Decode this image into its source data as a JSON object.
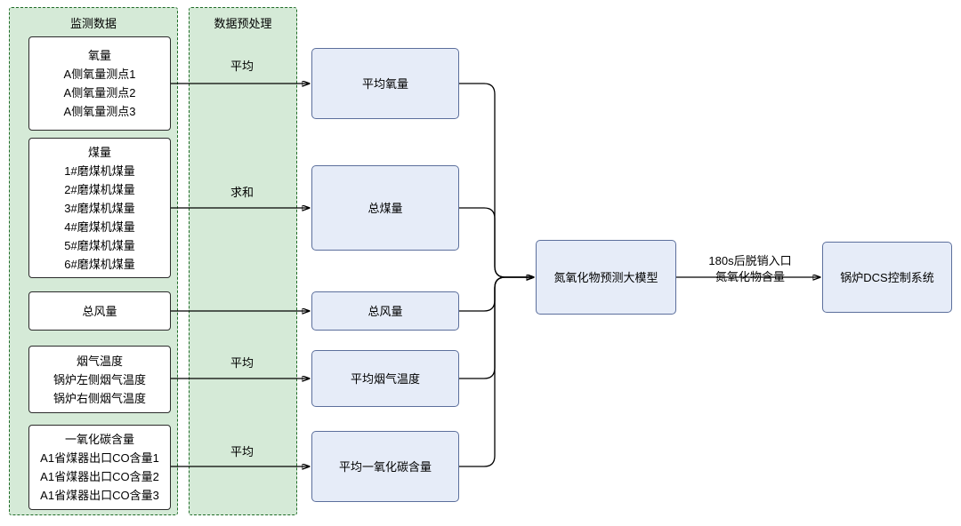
{
  "diagram": {
    "groups": [
      {
        "id": "monitor",
        "title": "监测数据"
      },
      {
        "id": "preprocess",
        "title": "数据预处理"
      }
    ],
    "sources": [
      {
        "id": "oxygen",
        "title": "氧量",
        "lines": [
          "A侧氧量测点1",
          "A侧氧量测点2",
          "A侧氧量测点3"
        ]
      },
      {
        "id": "coal",
        "title": "煤量",
        "lines": [
          "1#磨煤机煤量",
          "2#磨煤机煤量",
          "3#磨煤机煤量",
          "4#磨煤机煤量",
          "5#磨煤机煤量",
          "6#磨煤机煤量"
        ]
      },
      {
        "id": "air",
        "title": "总风量",
        "lines": []
      },
      {
        "id": "flue-temp",
        "title": "烟气温度",
        "lines": [
          "锅炉左侧烟气温度",
          "锅炉右侧烟气温度"
        ]
      },
      {
        "id": "co",
        "title": "一氧化碳含量",
        "lines": [
          "A1省煤器出口CO含量1",
          "A1省煤器出口CO含量2",
          "A1省煤器出口CO含量3"
        ]
      }
    ],
    "edge_labels": [
      "平均",
      "求和",
      "平均",
      "平均"
    ],
    "processes": [
      {
        "id": "avg-oxygen",
        "label": "平均氧量"
      },
      {
        "id": "total-coal",
        "label": "总煤量"
      },
      {
        "id": "total-air",
        "label": "总风量"
      },
      {
        "id": "avg-flue-temp",
        "label": "平均烟气温度"
      },
      {
        "id": "avg-co",
        "label": "平均一氧化碳含量"
      }
    ],
    "model": {
      "id": "nox-model",
      "label": "氮氧化物预测大模型"
    },
    "output_label": {
      "line1": "180s后脱销入口",
      "line2": "氮氧化物含量"
    },
    "target": {
      "id": "dcs",
      "label": "锅炉DCS控制系统"
    }
  }
}
